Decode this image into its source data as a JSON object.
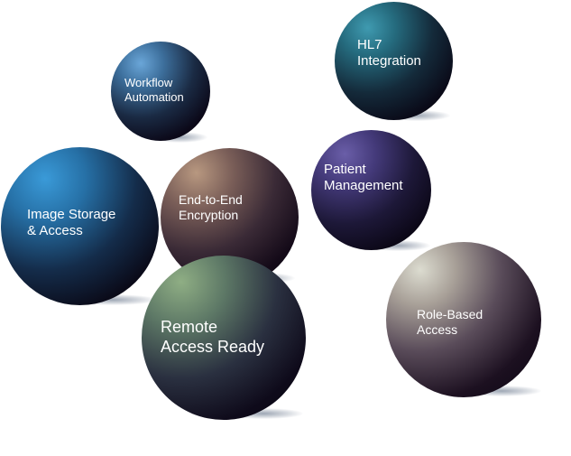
{
  "bubbles": {
    "workflow": {
      "line1": "Workflow",
      "line2": "Automation"
    },
    "hl7": {
      "line1": "HL7",
      "line2": "Integration"
    },
    "patient": {
      "line1": "Patient",
      "line2": "Management"
    },
    "image_storage": {
      "line1": "Image Storage",
      "line2": "& Access"
    },
    "encryption": {
      "line1": "End-to-End",
      "line2": "Encryption"
    },
    "remote": {
      "line1": "Remote",
      "line2": "Access Ready"
    },
    "role": {
      "line1": "Role-Based",
      "line2": "Access"
    }
  }
}
